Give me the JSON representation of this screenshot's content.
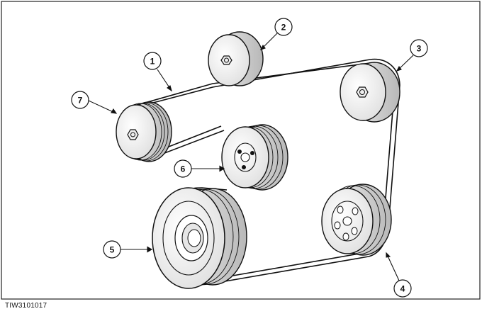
{
  "figure_code": "TIW3101017",
  "callouts": [
    {
      "id": "1",
      "label": "1"
    },
    {
      "id": "2",
      "label": "2"
    },
    {
      "id": "3",
      "label": "3"
    },
    {
      "id": "4",
      "label": "4"
    },
    {
      "id": "5",
      "label": "5"
    },
    {
      "id": "6",
      "label": "6"
    },
    {
      "id": "7",
      "label": "7"
    }
  ]
}
